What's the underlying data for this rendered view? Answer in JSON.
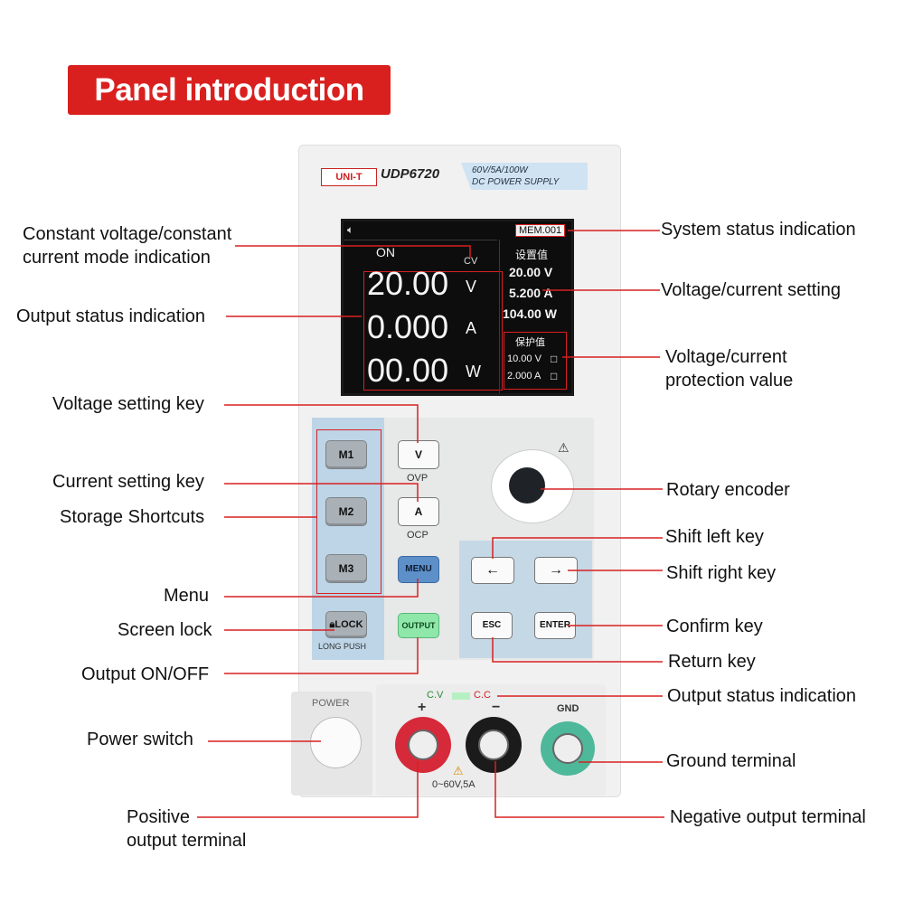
{
  "title": "Panel introduction",
  "device": {
    "brand": "UNI-T",
    "model": "UDP6720",
    "spec_line1": "60V/5A/100W",
    "spec_line2": "DC POWER SUPPLY"
  },
  "screen": {
    "mem": "MEM.001",
    "status": "ON",
    "mode": "CV",
    "voltage": "20.00",
    "voltage_unit": "V",
    "current": "0.000",
    "current_unit": "A",
    "power": "00.00",
    "power_unit": "W",
    "setting_title": "设置值",
    "set_voltage": "20.00 V",
    "set_current": "5.200 A",
    "set_power": "104.00 W",
    "protect_title": "保护值",
    "ovp": "10.00 V",
    "ocp": "2.000 A"
  },
  "keys": {
    "m1": "M1",
    "m2": "M2",
    "m3": "M3",
    "v": "V",
    "ovp": "OVP",
    "a": "A",
    "ocp": "OCP",
    "menu": "MENU",
    "lock": "LOCK",
    "long_push": "LONG PUSH",
    "output": "OUTPUT",
    "left": "←",
    "right": "→",
    "esc": "ESC",
    "enter": "ENTER"
  },
  "terminals": {
    "power": "POWER",
    "cv": "C.V",
    "cc": "C.C",
    "plus": "+",
    "minus": "−",
    "gnd": "GND",
    "range": "0~60V,5A"
  },
  "labels": {
    "cv_cc_mode": "Constant voltage/constant\ncurrent mode indication",
    "output_status_left": "Output status indication",
    "voltage_key": "Voltage setting key",
    "current_key": "Current setting key",
    "storage": "Storage Shortcuts",
    "menu": "Menu",
    "screen_lock": "Screen lock",
    "output_onoff": "Output ON/OFF",
    "power_switch": "Power switch",
    "positive": "Positive\noutput terminal",
    "system_status": "System status indication",
    "vc_setting": "Voltage/current setting",
    "vc_protection": "Voltage/current\nprotection value",
    "rotary": "Rotary encoder",
    "shift_left": "Shift left key",
    "shift_right": "Shift right key",
    "confirm": "Confirm key",
    "return": "Return key",
    "output_status_right": "Output status indication",
    "ground": "Ground terminal",
    "negative": "Negative output terminal"
  },
  "colors": {
    "accent": "#d9201f",
    "leader": "#d82020"
  }
}
